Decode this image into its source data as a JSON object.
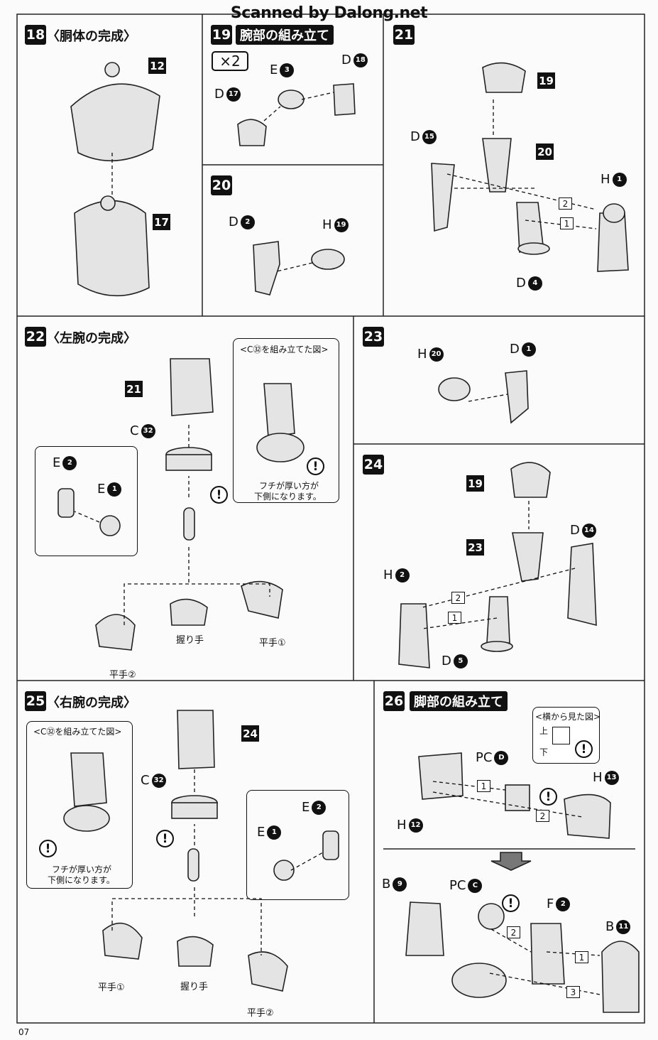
{
  "header": "Scanned by Dalong.net",
  "page_number": "07",
  "steps": {
    "s18": {
      "num": "18",
      "title": "〈胴体の完成〉",
      "badges": [
        "12",
        "17"
      ]
    },
    "s19": {
      "num": "19",
      "title": "腕部の組み立て",
      "multiplier": "×2",
      "parts": [
        {
          "l": "E",
          "n": "3"
        },
        {
          "l": "D",
          "n": "18"
        },
        {
          "l": "D",
          "n": "17"
        }
      ]
    },
    "s20": {
      "num": "20",
      "parts": [
        {
          "l": "D",
          "n": "2"
        },
        {
          "l": "H",
          "n": "19"
        }
      ]
    },
    "s21": {
      "num": "21",
      "badges": [
        "19",
        "20"
      ],
      "parts": [
        {
          "l": "D",
          "n": "15"
        },
        {
          "l": "H",
          "n": "1"
        },
        {
          "l": "D",
          "n": "4"
        }
      ],
      "order": [
        "2",
        "1"
      ]
    },
    "s22": {
      "num": "22",
      "title": "〈左腕の完成〉",
      "badges": [
        "21"
      ],
      "parts": [
        {
          "l": "C",
          "n": "32"
        },
        {
          "l": "E",
          "n": "2"
        },
        {
          "l": "E",
          "n": "1"
        }
      ],
      "inset": {
        "title": "<C㉜を組み立てた図>",
        "note1": "フチが厚い方が",
        "note2": "下側になります。"
      },
      "hands": [
        "握り手",
        "平手①",
        "平手②"
      ],
      "caution": "!"
    },
    "s23": {
      "num": "23",
      "parts": [
        {
          "l": "H",
          "n": "20"
        },
        {
          "l": "D",
          "n": "1"
        }
      ]
    },
    "s24": {
      "num": "24",
      "badges": [
        "19",
        "23"
      ],
      "parts": [
        {
          "l": "D",
          "n": "14"
        },
        {
          "l": "H",
          "n": "2"
        },
        {
          "l": "D",
          "n": "5"
        }
      ],
      "order": [
        "2",
        "1"
      ]
    },
    "s25": {
      "num": "25",
      "title": "〈右腕の完成〉",
      "badges": [
        "24"
      ],
      "parts": [
        {
          "l": "C",
          "n": "32"
        },
        {
          "l": "E",
          "n": "2"
        },
        {
          "l": "E",
          "n": "1"
        }
      ],
      "inset": {
        "title": "<C㉜を組み立てた図>",
        "note1": "フチが厚い方が",
        "note2": "下側になります。"
      },
      "hands": [
        "平手①",
        "握り手",
        "平手②"
      ],
      "caution": "!"
    },
    "s26": {
      "num": "26",
      "title": "脚部の組み立て",
      "parts": [
        {
          "l": "PC",
          "n": "D"
        },
        {
          "l": "H",
          "n": "13"
        },
        {
          "l": "H",
          "n": "12"
        },
        {
          "l": "B",
          "n": "9"
        },
        {
          "l": "PC",
          "n": "C"
        },
        {
          "l": "F",
          "n": "2"
        },
        {
          "l": "B",
          "n": "11"
        }
      ],
      "side_view": {
        "title": "<横から見た図>",
        "top": "上",
        "bottom": "下"
      },
      "order": [
        "1",
        "2",
        "3"
      ],
      "caution": "!"
    }
  }
}
